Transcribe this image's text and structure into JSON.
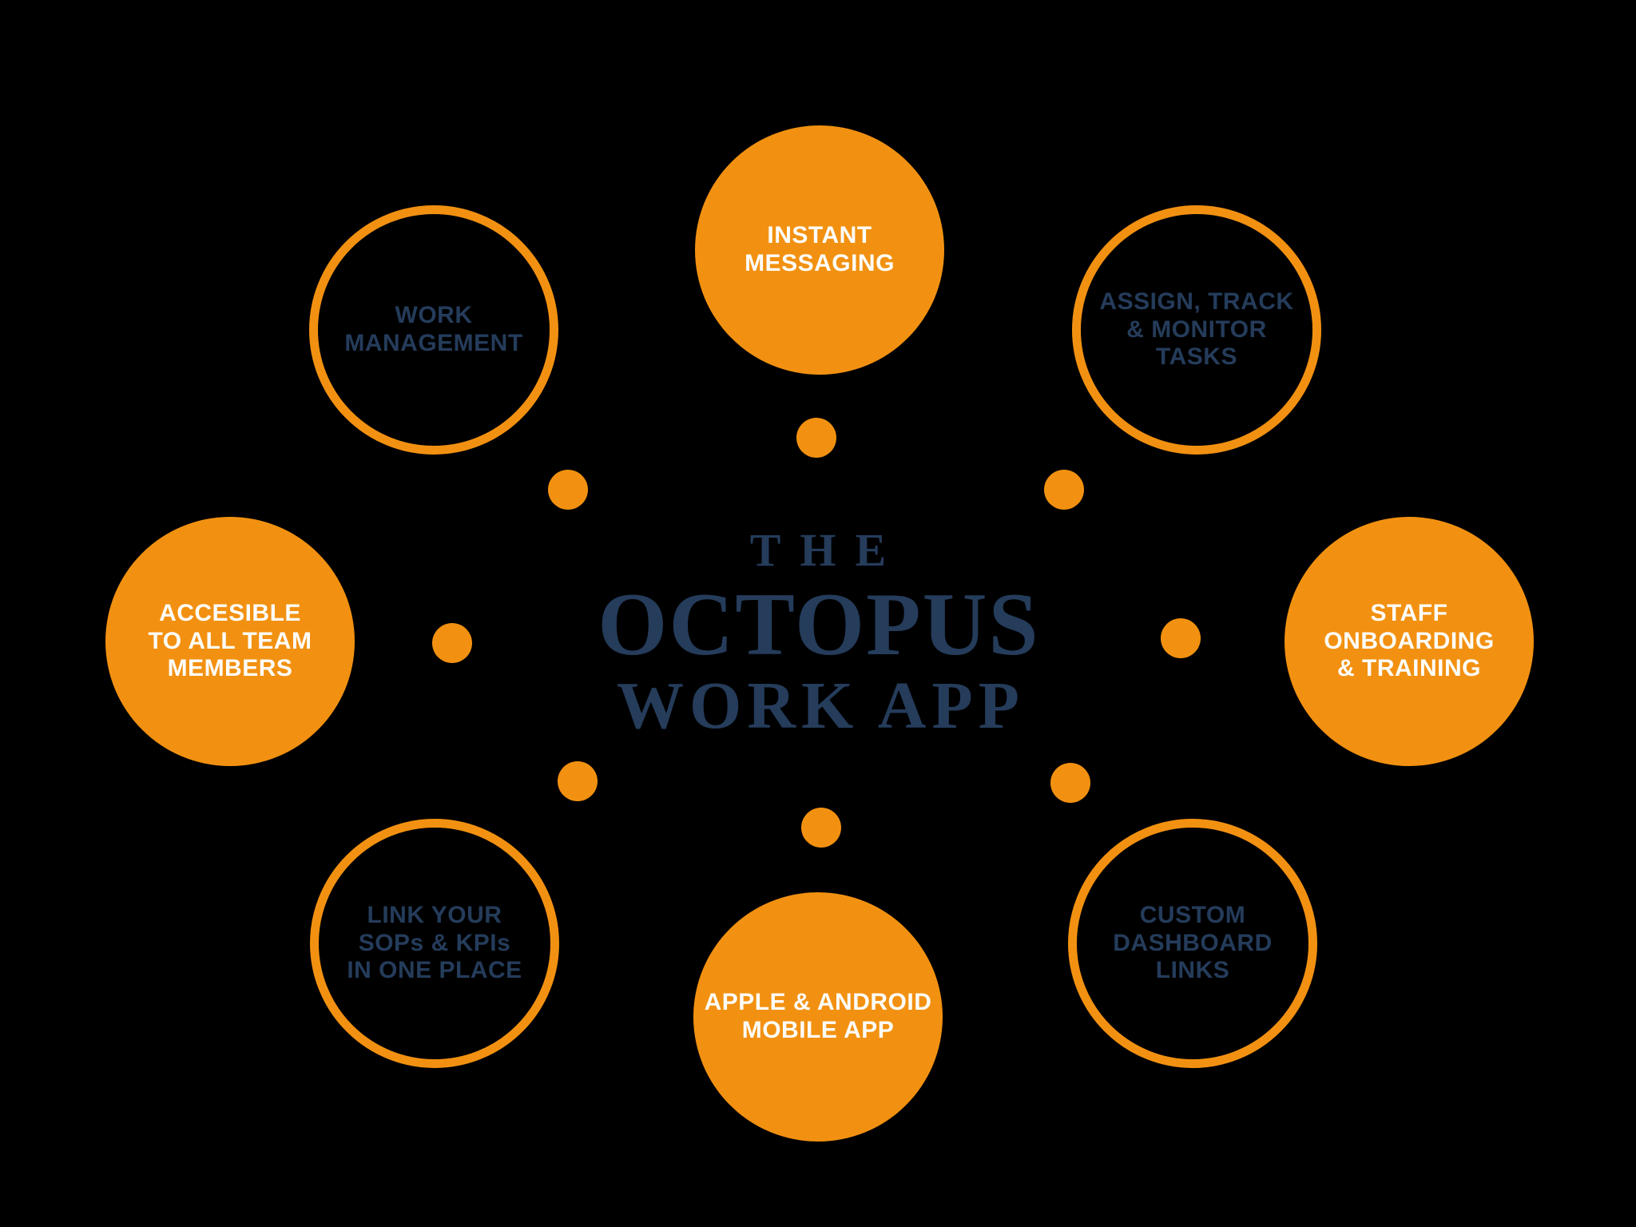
{
  "background": {
    "color": "#000000"
  },
  "colors": {
    "bg": "#000000",
    "orange": "#F29111",
    "navy": "#253C5B",
    "light": "#FDFDFB"
  },
  "title": {
    "line1": "THE",
    "line2": "OCTOPUS",
    "line3": "WORK APP"
  },
  "nodes": [
    {
      "id": "work-management",
      "style": "outline",
      "label": "WORK\nMANAGEMENT"
    },
    {
      "id": "instant-messaging",
      "style": "filled",
      "label": "INSTANT\nMESSAGING"
    },
    {
      "id": "assign-track-monitor-tasks",
      "style": "outline",
      "label": "ASSIGN, TRACK\n& MONITOR\nTASKS"
    },
    {
      "id": "accesible-to-all-team-members",
      "style": "filled",
      "label": "ACCESIBLE\nTO ALL TEAM\nMEMBERS"
    },
    {
      "id": "staff-onboarding-training",
      "style": "filled",
      "label": "STAFF\nONBOARDING\n& TRAINING"
    },
    {
      "id": "link-your-sops-kpis",
      "style": "outline",
      "label": "LINK YOUR\nSOPs & KPIs\nIN ONE PLACE"
    },
    {
      "id": "apple-android-mobile-app",
      "style": "filled",
      "label": "APPLE & ANDROID\nMOBILE APP"
    },
    {
      "id": "custom-dashboard-links",
      "style": "outline",
      "label": "CUSTOM\nDASHBOARD\nLINKS"
    }
  ],
  "dots": {
    "count": 8
  }
}
